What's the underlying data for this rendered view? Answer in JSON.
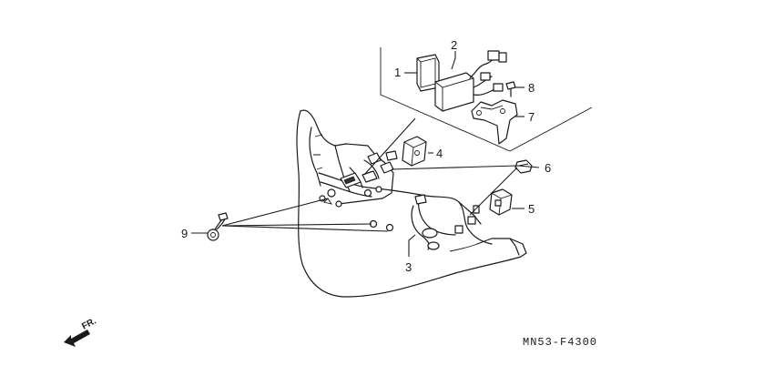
{
  "callouts": [
    {
      "id": "1",
      "label": "1"
    },
    {
      "id": "2",
      "label": "2"
    },
    {
      "id": "3",
      "label": "3"
    },
    {
      "id": "4",
      "label": "4"
    },
    {
      "id": "5",
      "label": "5"
    },
    {
      "id": "6",
      "label": "6"
    },
    {
      "id": "7",
      "label": "7"
    },
    {
      "id": "8",
      "label": "8"
    },
    {
      "id": "9",
      "label": "9"
    }
  ],
  "direction_label": "FR.",
  "diagram_code": "MN53-F4300"
}
